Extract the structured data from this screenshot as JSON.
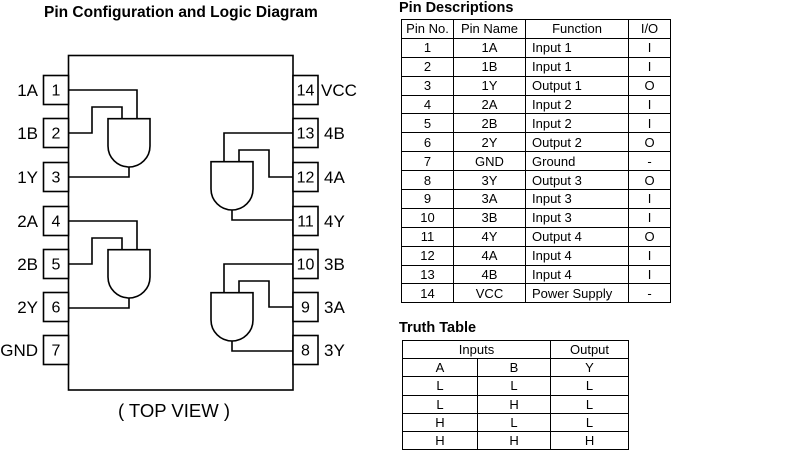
{
  "diagram": {
    "title": "Pin Configuration and Logic Diagram",
    "caption": "( TOP VIEW )",
    "left_pins": [
      {
        "number": "1",
        "label": "1A"
      },
      {
        "number": "2",
        "label": "1B"
      },
      {
        "number": "3",
        "label": "1Y"
      },
      {
        "number": "4",
        "label": "2A"
      },
      {
        "number": "5",
        "label": "2B"
      },
      {
        "number": "6",
        "label": "2Y"
      },
      {
        "number": "7",
        "label": "GND"
      }
    ],
    "right_pins": [
      {
        "number": "14",
        "label": "VCC"
      },
      {
        "number": "13",
        "label": "4B"
      },
      {
        "number": "12",
        "label": "4A"
      },
      {
        "number": "11",
        "label": "4Y"
      },
      {
        "number": "10",
        "label": "3B"
      },
      {
        "number": "9",
        "label": "3A"
      },
      {
        "number": "8",
        "label": "3Y"
      }
    ]
  },
  "pin_table": {
    "title": "Pin Descriptions",
    "headers": [
      "Pin No.",
      "Pin Name",
      "Function",
      "I/O"
    ],
    "rows": [
      [
        "1",
        "1A",
        "Input 1",
        "I"
      ],
      [
        "2",
        "1B",
        "Input 1",
        "I"
      ],
      [
        "3",
        "1Y",
        "Output 1",
        "O"
      ],
      [
        "4",
        "2A",
        "Input 2",
        "I"
      ],
      [
        "5",
        "2B",
        "Input 2",
        "I"
      ],
      [
        "6",
        "2Y",
        "Output 2",
        "O"
      ],
      [
        "7",
        "GND",
        "Ground",
        "-"
      ],
      [
        "8",
        "3Y",
        "Output 3",
        "O"
      ],
      [
        "9",
        "3A",
        "Input 3",
        "I"
      ],
      [
        "10",
        "3B",
        "Input 3",
        "I"
      ],
      [
        "11",
        "4Y",
        "Output 4",
        "O"
      ],
      [
        "12",
        "4A",
        "Input 4",
        "I"
      ],
      [
        "13",
        "4B",
        "Input 4",
        "I"
      ],
      [
        "14",
        "VCC",
        "Power Supply",
        "-"
      ]
    ]
  },
  "truth_table": {
    "title": "Truth Table",
    "group_headers": [
      "Inputs",
      "Output"
    ],
    "col_headers": [
      "A",
      "B",
      "Y"
    ],
    "rows": [
      [
        "L",
        "L",
        "L"
      ],
      [
        "L",
        "H",
        "L"
      ],
      [
        "H",
        "L",
        "L"
      ],
      [
        "H",
        "H",
        "H"
      ]
    ]
  },
  "colors": {
    "ink": "#000000",
    "background": "#ffffff"
  }
}
